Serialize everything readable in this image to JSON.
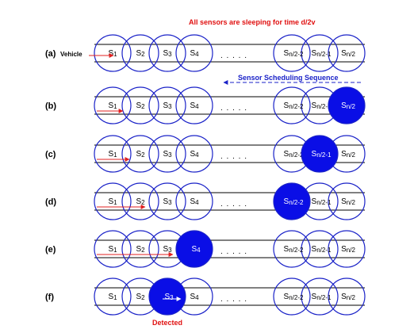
{
  "header": {
    "sleep_note": "All sensors are sleeping for time d/2v",
    "scheduling_label": "Sensor Scheduling Sequence",
    "vehicle_label": "Vehicle",
    "detected_label": "Detected"
  },
  "rows": [
    {
      "label": "(a)",
      "active": null
    },
    {
      "label": "(b)",
      "active": 6
    },
    {
      "label": "(c)",
      "active": 5
    },
    {
      "label": "(d)",
      "active": 4
    },
    {
      "label": "(e)",
      "active": 3
    },
    {
      "label": "(f)",
      "active": 2
    }
  ],
  "sensors": [
    {
      "base": "S",
      "sub": "1"
    },
    {
      "base": "S",
      "sub": "2"
    },
    {
      "base": "S",
      "sub": "3"
    },
    {
      "base": "S",
      "sub": "4"
    },
    {
      "base": "S",
      "sub": "n/2-2"
    },
    {
      "base": "S",
      "sub": "n/2-1"
    },
    {
      "base": "S",
      "sub": "n/2"
    }
  ],
  "ellipsis": ". . . . .",
  "colors": {
    "circle_stroke": "#1a22c8",
    "active_fill": "#0a0ee6",
    "arrow": "#e02020",
    "detect_arrow": "#ffffff",
    "note_red": "#e01010",
    "seq_blue": "#1a22c8",
    "track": "#000000"
  }
}
